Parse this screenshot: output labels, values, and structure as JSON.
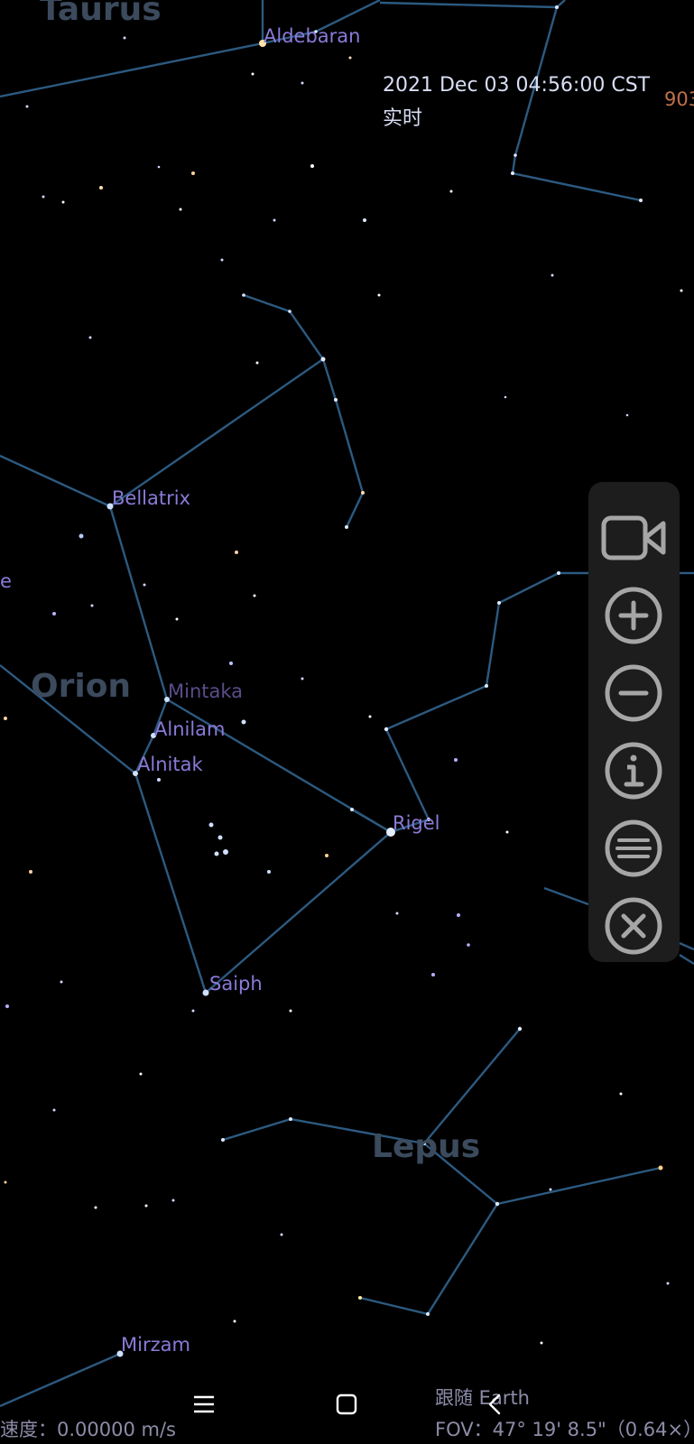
{
  "constellations": {
    "taurus": "Taurus",
    "orion": "Orion",
    "lepus": "Lepus"
  },
  "stars": {
    "aldebaran": "Aldebaran",
    "bellatrix": "Bellatrix",
    "mintaka": "Mintaka",
    "alnilam": "Alnilam",
    "alnitak": "Alnitak",
    "rigel": "Rigel",
    "saiph": "Saiph",
    "mirzam": "Mirzam",
    "edge_partial": "e"
  },
  "time": {
    "datetime": "2021 Dec 03 04:56:00 CST",
    "mode": "实时"
  },
  "edge_number": "903",
  "toolbar": {
    "buttons": [
      "video-camera-icon",
      "zoom-in-icon",
      "zoom-out-icon",
      "info-icon",
      "menu-icon",
      "close-icon"
    ]
  },
  "status": {
    "speed": "速度：0.00000 m/s",
    "follow": "跟随 Earth",
    "fov": "FOV：47° 19' 8.5\"（0.64×）"
  },
  "colors": {
    "constellation_line": "#2c5a80",
    "constellation_name": "#3b4a5c",
    "star_label": "#8a7ad8",
    "toolbar_bg": "#1d1d1d",
    "icon_gray": "#a6a6a6",
    "edge_number": "#c0704a"
  },
  "navbar": {
    "buttons": [
      "menu-lines-icon",
      "home-square-icon",
      "back-chevron-icon"
    ]
  }
}
